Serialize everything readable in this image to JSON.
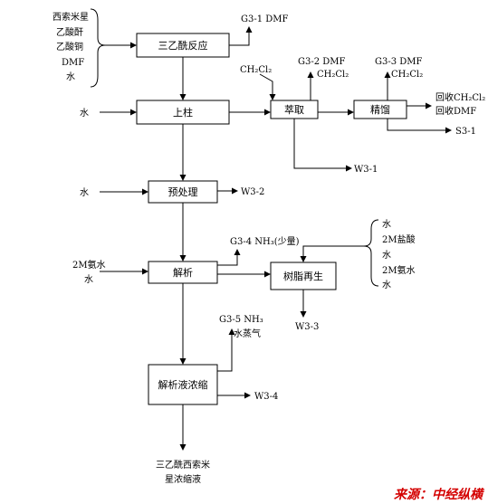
{
  "inputs": {
    "raw_materials": [
      "西索米星",
      "乙酸酐",
      "乙酸铜",
      "DMF",
      "水"
    ],
    "water_1": "水",
    "water_2": "水",
    "resolution_inputs": [
      "2M氨水",
      "水"
    ],
    "ch2cl2": "CH₂Cl₂",
    "regen_inputs": [
      "水",
      "2M盐酸",
      "水",
      "2M氨水",
      "水"
    ]
  },
  "boxes": {
    "acetylation": "三乙酰反应",
    "column_loading": "上柱",
    "pretreatment": "预处理",
    "resolution": "解析",
    "concentration": "解析液浓缩",
    "extraction": "萃取",
    "rectification": "精馏",
    "resin_regen": "树脂再生"
  },
  "emissions": {
    "g3_1": "G3-1 DMF",
    "g3_2_a": "G3-2 DMF",
    "g3_2_b": "CH₂Cl₂",
    "g3_3_a": "G3-3 DMF",
    "g3_3_b": "CH₂Cl₂",
    "g3_4": "G3-4 NH₃(少量)",
    "g3_5_a": "G3-5 NH₃",
    "g3_5_b": "水蒸气",
    "w3_1": "W3-1",
    "w3_2": "W3-2",
    "w3_3": "W3-3",
    "w3_4": "W3-4",
    "s3_1": "S3-1"
  },
  "outputs": {
    "recover_1": "回收CH₂Cl₂",
    "recover_2": "回收DMF",
    "product_line1": "三乙酰西索米",
    "product_line2": "星浓缩液"
  },
  "source_label": "来源：中经纵横"
}
